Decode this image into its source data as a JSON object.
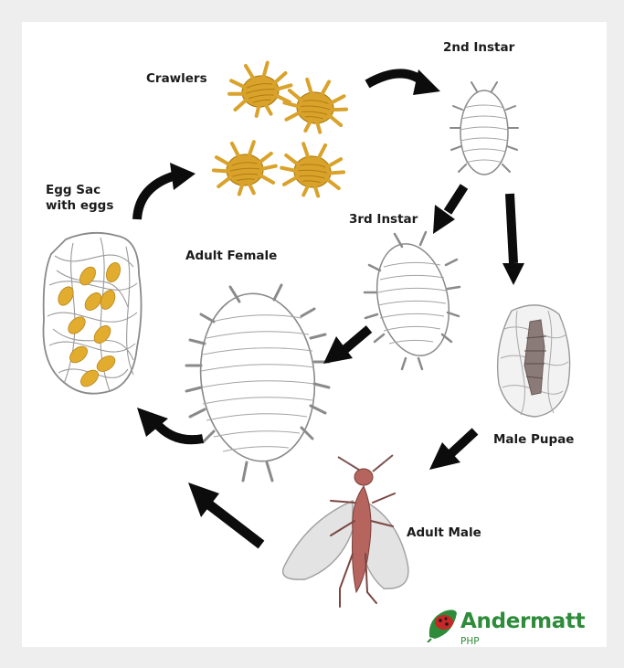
{
  "labels": {
    "crawlers": "Crawlers",
    "second_instar": "2nd Instar",
    "third_instar": "3rd Instar",
    "egg_sac": "Egg Sac\nwith eggs",
    "adult_female": "Adult Female",
    "male_pupae": "Male Pupae",
    "adult_male": "Adult Male"
  },
  "logo": {
    "name": "Andermatt",
    "sub": "PHP"
  },
  "colors": {
    "background": "#eeeeee",
    "card": "#ffffff",
    "arrow": "#0c0c0c",
    "crawler": "#d9a22a",
    "egg": "#e2ac2e",
    "outline": "#8a8a8a",
    "male_body": "#b5655d",
    "brand_green": "#2e8b3a",
    "brand_red": "#c62828"
  }
}
